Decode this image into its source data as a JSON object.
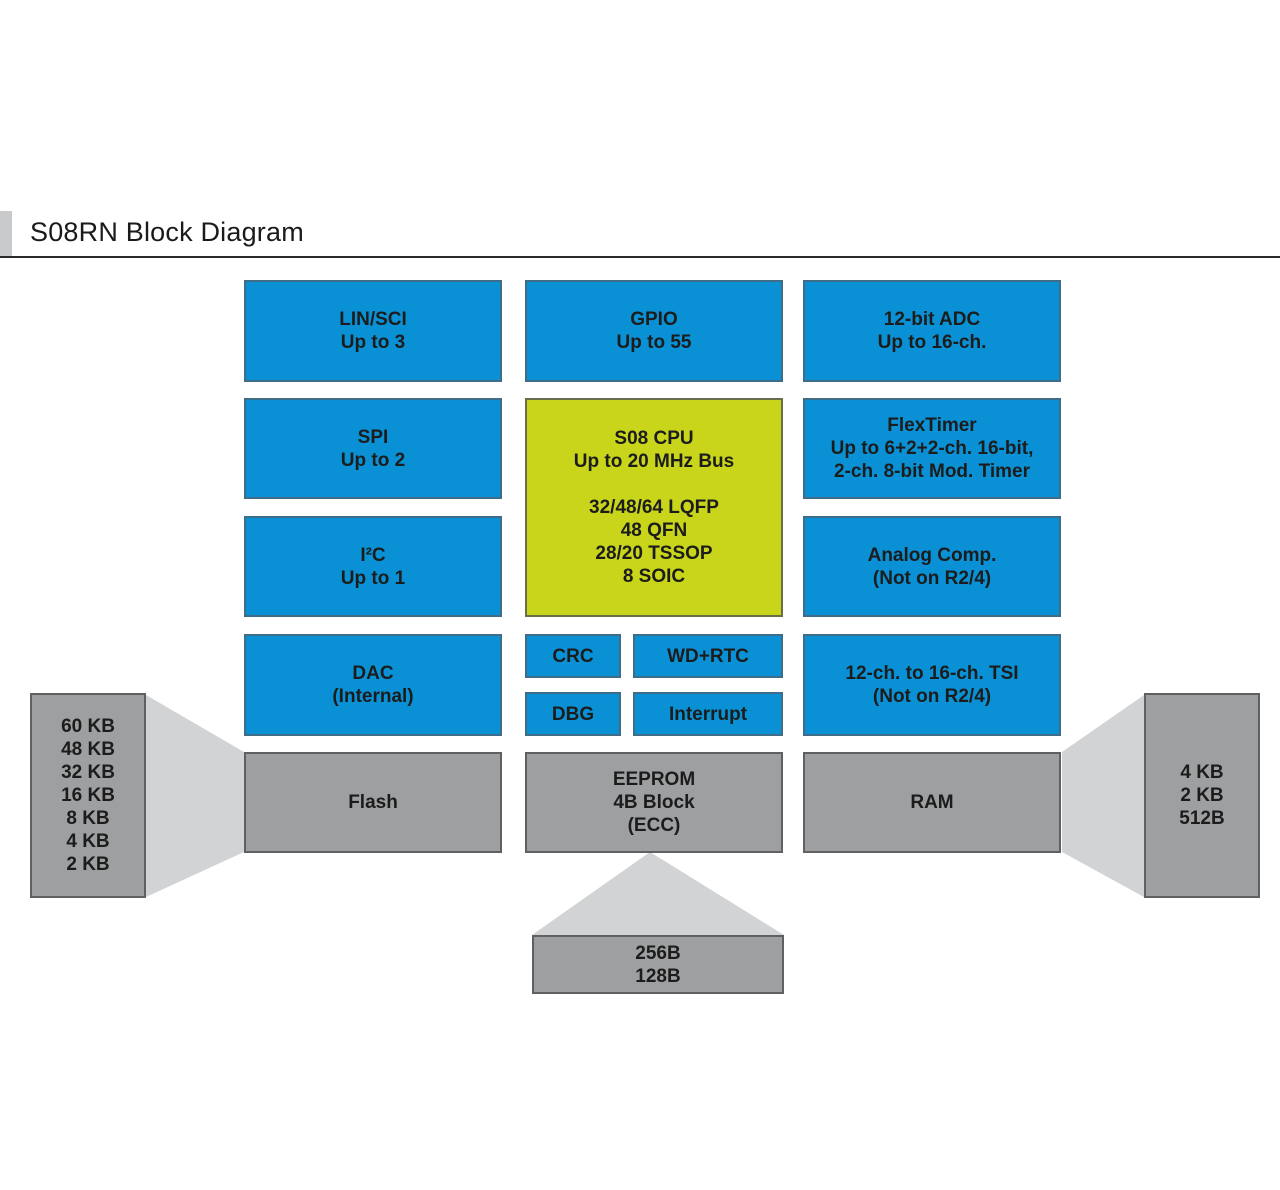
{
  "title": "S08RN Block Diagram",
  "colors": {
    "peripheral": "#0a91d5",
    "cpu": "#c8d51a",
    "memory": "#9d9fa1",
    "connector": "#d1d3d4"
  },
  "blocks": {
    "lin_sci": "LIN/SCI\nUp to 3",
    "gpio": "GPIO\nUp to 55",
    "adc": "12-bit ADC\nUp to 16-ch.",
    "spi": "SPI\nUp to 2",
    "cpu": "S08 CPU\nUp to 20 MHz Bus\n\n32/48/64 LQFP\n48 QFN\n28/20 TSSOP\n8 SOIC",
    "flextimer": "FlexTimer\nUp to 6+2+2-ch. 16-bit,\n2-ch. 8-bit Mod. Timer",
    "i2c": "I²C\nUp to 1",
    "analog_comp": "Analog Comp.\n(Not on R2/4)",
    "dac": "DAC\n(Internal)",
    "crc": "CRC",
    "wd_rtc": "WD+RTC",
    "dbg": "DBG",
    "interrupt": "Interrupt",
    "tsi": "12-ch. to 16-ch. TSI\n(Not on R2/4)",
    "flash": "Flash",
    "eeprom": "EEPROM\n4B Block\n(ECC)",
    "ram": "RAM",
    "flash_sizes": "60 KB\n48 KB\n32 KB\n16 KB\n8 KB\n4 KB\n2 KB",
    "eeprom_sizes": "256B\n128B",
    "ram_sizes": "4 KB\n2 KB\n512B"
  }
}
